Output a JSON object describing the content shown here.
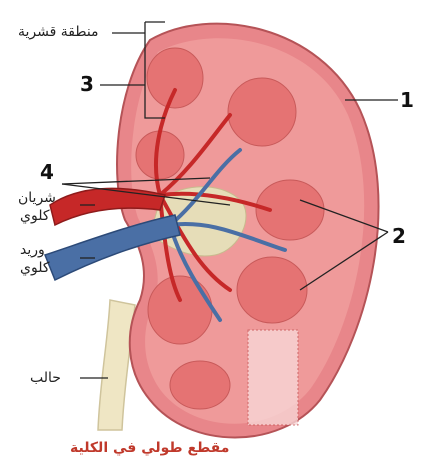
{
  "labels": {
    "cortex": "منطقة قشرية",
    "renal_artery_1": "شريان",
    "renal_artery_2": "كلوي",
    "renal_vein_1": "وريد",
    "renal_vein_2": "كلوي",
    "ureter": "حالب",
    "num1": "1",
    "num2": "2",
    "num3": "3",
    "num4": "4"
  },
  "caption": "مقطع طولي في الكلية",
  "colors": {
    "capsule": "#e8868a",
    "cortex": "#ef9a9a",
    "pyramid": "#e57373",
    "artery": "#c62828",
    "vein": "#4a6fa5",
    "pelvis": "#e6ddb8",
    "ureter": "#efe6c4",
    "caption": "#c0392b"
  }
}
